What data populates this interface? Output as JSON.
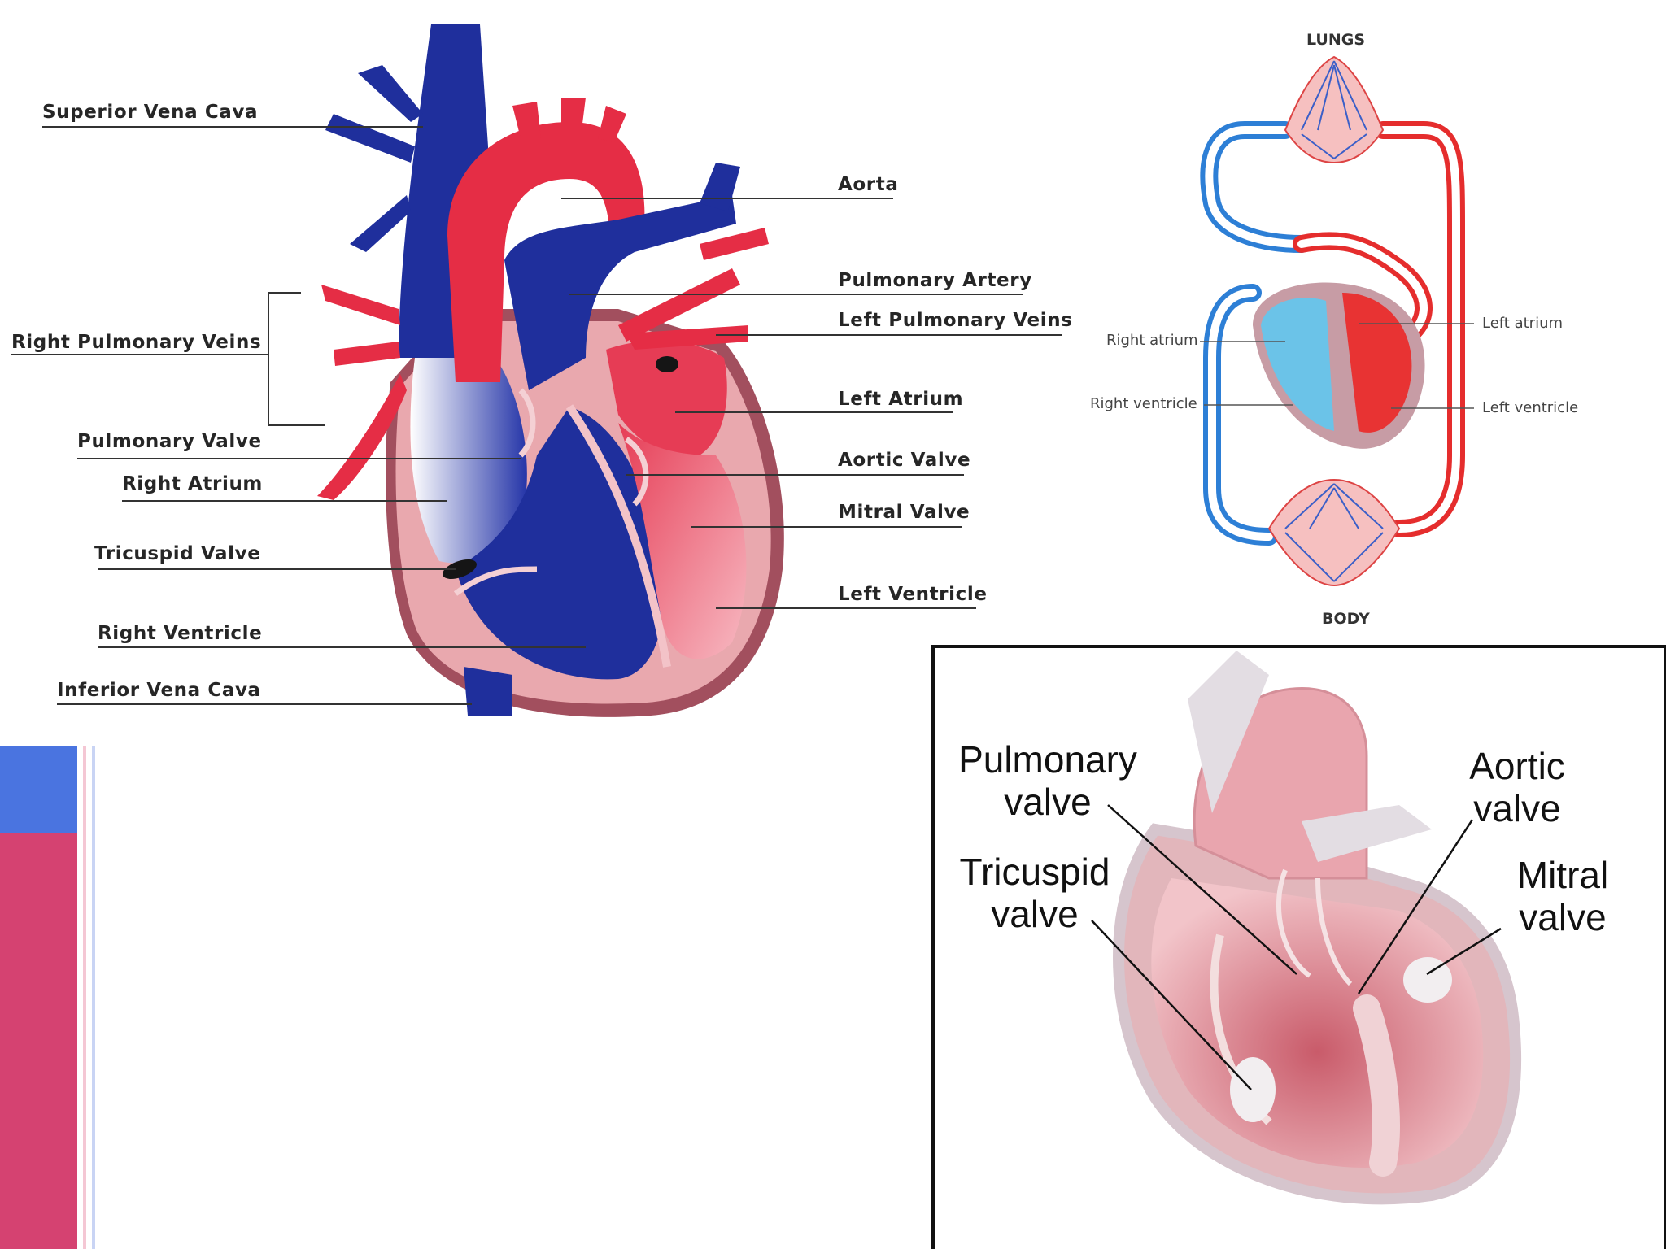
{
  "diagram_heart": {
    "labels": {
      "superior_vena_cava": "Superior Vena Cava",
      "right_pulmonary_veins": "Right Pulmonary Veins",
      "pulmonary_valve": "Pulmonary Valve",
      "right_atrium": "Right Atrium",
      "tricuspid_valve": "Tricuspid Valve",
      "right_ventricle": "Right Ventricle",
      "inferior_vena_cava": "Inferior Vena Cava",
      "aorta": "Aorta",
      "pulmonary_artery": "Pulmonary Artery",
      "left_pulmonary_veins": "Left Pulmonary Veins",
      "left_atrium": "Left Atrium",
      "aortic_valve": "Aortic Valve",
      "mitral_valve": "Mitral Valve",
      "left_ventricle": "Left Ventricle"
    }
  },
  "diagram_circulation": {
    "labels": {
      "lungs": "LUNGS",
      "body": "BODY",
      "right_atrium": "Right atrium",
      "right_ventricle": "Right ventricle",
      "left_atrium": "Left atrium",
      "left_ventricle": "Left ventricle"
    }
  },
  "diagram_valves": {
    "labels": {
      "pulmonary_1": "Pulmonary",
      "pulmonary_2": "valve",
      "tricuspid_1": "Tricuspid",
      "tricuspid_2": "valve",
      "aortic_1": "Aortic",
      "aortic_2": "valve",
      "mitral_1": "Mitral",
      "mitral_2": "valve"
    }
  },
  "colors": {
    "deoxygenated": "#1f2f9c",
    "oxygenated": "#e52d45",
    "accent_blue": "#4a74e0",
    "accent_pink": "#d54271"
  }
}
